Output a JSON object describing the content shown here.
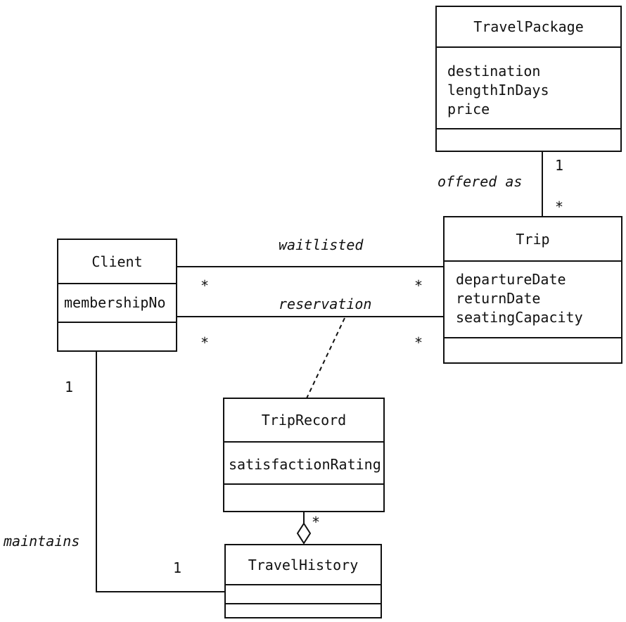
{
  "classes": {
    "travel_package": {
      "name": "TravelPackage",
      "attributes": [
        "destination",
        "lengthInDays",
        "price"
      ]
    },
    "trip": {
      "name": "Trip",
      "attributes": [
        "departureDate",
        "returnDate",
        "seatingCapacity"
      ]
    },
    "client": {
      "name": "Client",
      "attributes": [
        "membershipNo"
      ]
    },
    "trip_record": {
      "name": "TripRecord",
      "attributes": [
        "satisfactionRating"
      ]
    },
    "travel_history": {
      "name": "TravelHistory",
      "attributes": []
    }
  },
  "associations": {
    "offered_as": {
      "label": "offered as",
      "mult_package": "1",
      "mult_trip": "*"
    },
    "waitlisted": {
      "label": "waitlisted",
      "mult_client": "*",
      "mult_trip": "*"
    },
    "reservation": {
      "label": "reservation",
      "mult_client": "*",
      "mult_trip": "*"
    },
    "maintains": {
      "label": "maintains",
      "mult_client": "1",
      "mult_history": "1"
    },
    "aggregation": {
      "mult_record": "*"
    }
  }
}
